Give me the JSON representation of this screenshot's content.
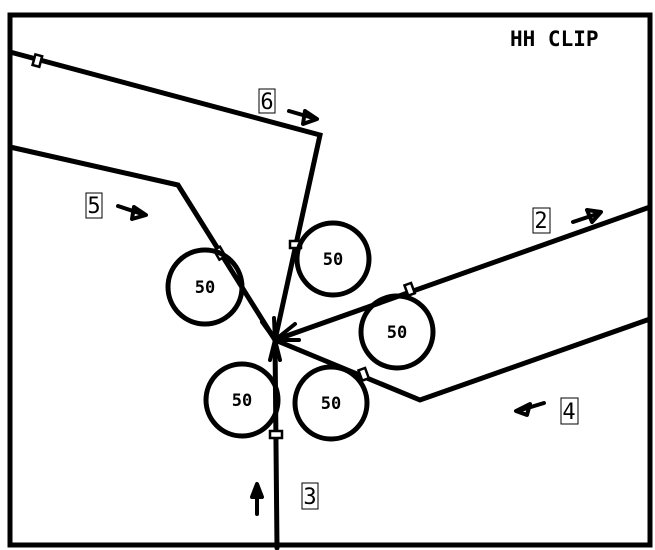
{
  "title": "HH CLIP",
  "approaches": [
    {
      "id": "6",
      "label": "6"
    },
    {
      "id": "5",
      "label": "5"
    },
    {
      "id": "2",
      "label": "2"
    },
    {
      "id": "4",
      "label": "4"
    },
    {
      "id": "3",
      "label": "3"
    }
  ],
  "speed_circles": [
    {
      "id": "upper-center",
      "value": "50"
    },
    {
      "id": "left",
      "value": "50"
    },
    {
      "id": "right",
      "value": "50"
    },
    {
      "id": "lower-left",
      "value": "50"
    },
    {
      "id": "lower-right",
      "value": "50"
    }
  ]
}
